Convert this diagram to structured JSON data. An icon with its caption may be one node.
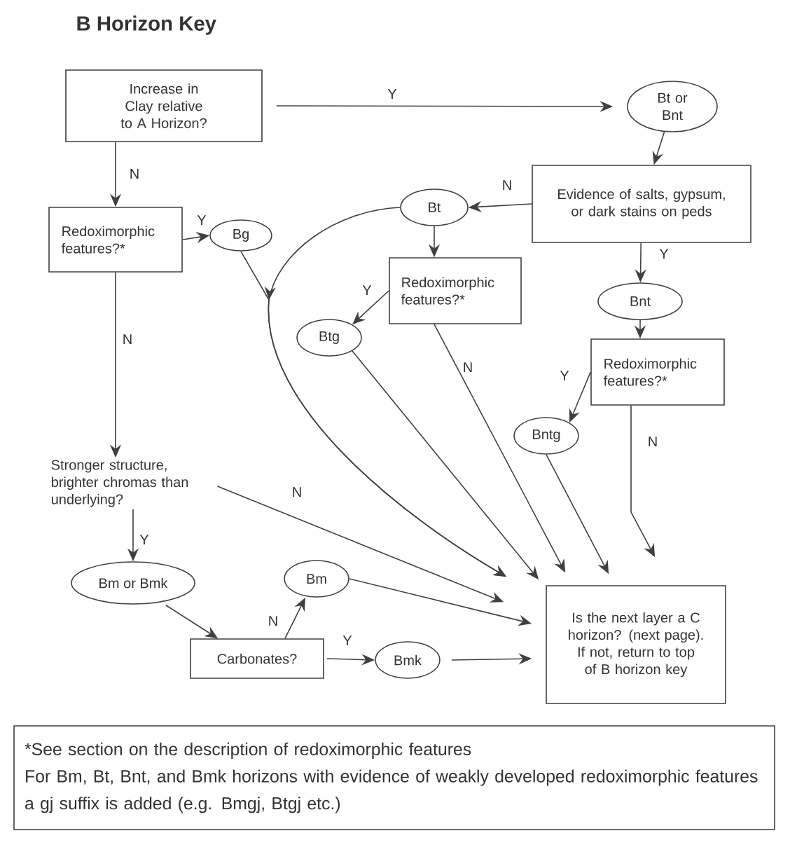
{
  "diagram": {
    "title": "B Horizon Key",
    "nodes": [
      {
        "text": [
          "Increase in Clay relative to A Horizon?"
        ]
      },
      {
        "text": [
          "Bt or Bnt"
        ]
      },
      {
        "text": [
          "Evidence of salts, gypsum, or dark stains on peds"
        ]
      },
      {
        "text": [
          "Bt"
        ]
      },
      {
        "text": [
          "Redoximorphic features?*"
        ]
      },
      {
        "text": [
          "Bg"
        ]
      },
      {
        "text": [
          "Redoximorphic features?*"
        ]
      },
      {
        "text": [
          "Btg"
        ]
      },
      {
        "text": [
          "Bnt"
        ]
      },
      {
        "text": [
          "Redoximorphic features?*"
        ]
      },
      {
        "text": [
          "Bntg"
        ]
      },
      {
        "text": [
          "Stronger structure, brighter chromas than underlying?"
        ]
      },
      {
        "text": [
          "Bm or Bmk"
        ]
      },
      {
        "text": [
          "Bm"
        ]
      },
      {
        "text": [
          "Carbonates?"
        ]
      },
      {
        "text": [
          "Bmk"
        ]
      },
      {
        "text": [
          "Is the next layer a C horizon? (next page).",
          "If not, return to top of B horizon key"
        ]
      },
      {
        "text": [
          "*See section on the description of redoximorphic features",
          "For Bm, Bt, Bnt, and Bmk horizons with evidence of weakly developed redoximorphic features a gj suffix is added (e.g. Bmgj, Btgj etc.)"
        ]
      }
    ],
    "edges": [
      {
        "from": 0,
        "to": 1,
        "arrow": "to",
        "label": "Y"
      },
      {
        "from": 1,
        "to": 2,
        "arrow": "to"
      },
      {
        "from": 2,
        "to": 3,
        "arrow": "to",
        "label": "N"
      },
      {
        "from": 2,
        "to": 8,
        "arrow": "to",
        "label": "Y"
      },
      {
        "from": 0,
        "to": 4,
        "arrow": "to",
        "label": "N"
      },
      {
        "from": 4,
        "to": 5,
        "arrow": "to",
        "label": "Y"
      },
      {
        "from": 3,
        "to": 6,
        "arrow": "to"
      },
      {
        "from": 6,
        "to": 7,
        "arrow": "to",
        "label": "Y"
      },
      {
        "from": 8,
        "to": 9,
        "arrow": "to"
      },
      {
        "from": 9,
        "to": 10,
        "arrow": "to",
        "label": "Y"
      },
      {
        "from": 4,
        "to": 11,
        "arrow": "to",
        "label": "N"
      },
      {
        "from": 11,
        "to": 12,
        "arrow": "to",
        "label": "Y"
      },
      {
        "from": 12,
        "to": 14,
        "arrow": "to"
      },
      {
        "from": 14,
        "to": 13,
        "arrow": "to",
        "label": "N"
      },
      {
        "from": 14,
        "to": 15,
        "arrow": "to",
        "label": "Y"
      },
      {
        "from": 15,
        "to": 16,
        "arrow": "to"
      },
      {
        "from": 13,
        "to": 16,
        "arrow": "to"
      },
      {
        "from": 11,
        "to": 16,
        "arrow": "to",
        "label": "N"
      },
      {
        "from": 3,
        "to": 16,
        "arrow": "to"
      },
      {
        "from": 5,
        "to": 16,
        "arrow": "to"
      },
      {
        "from": 6,
        "to": 16,
        "arrow": "to",
        "label": "N"
      },
      {
        "from": 7,
        "to": 16,
        "arrow": "to"
      },
      {
        "from": 10,
        "to": 16,
        "arrow": "to"
      },
      {
        "from": 9,
        "to": 16,
        "arrow": "to",
        "label": "N"
      }
    ]
  }
}
